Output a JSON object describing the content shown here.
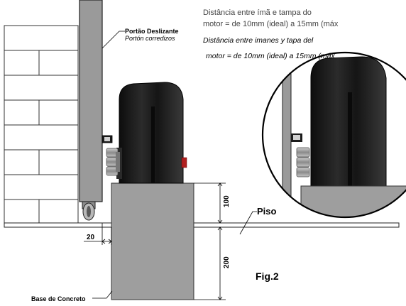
{
  "labels": {
    "gate_pt": "Portão Deslizante",
    "gate_es": "Portón corredizos",
    "note_pt_line1": "Distância entre ímã e tampa do",
    "note_pt_line2": "motor = de 10mm (ideal) a 15mm (máx",
    "note_es_line1": "Distância entre imanes y tapa del",
    "note_es_line2": "motor = de 10mm (ideal) a 15mm (máx",
    "floor": "Piso",
    "concrete_base": "Base de Concreto",
    "figure": "Fig.2"
  },
  "dimensions": {
    "offset": "20",
    "above_floor": "100",
    "below_floor": "200"
  },
  "colors": {
    "concrete": "#9e9e9e",
    "gate": "#9a9a9a",
    "motor": "#1c1c1c",
    "accent_red": "#b02020",
    "line": "#000000"
  }
}
